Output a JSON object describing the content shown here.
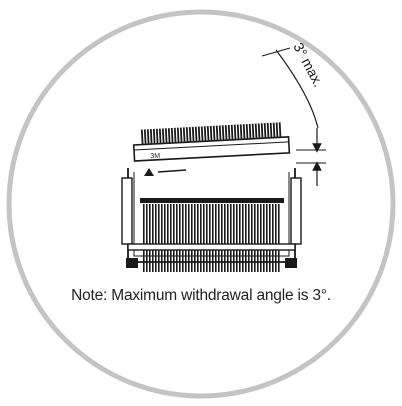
{
  "diagram": {
    "angle_label": "3° max.",
    "note": "Note: Maximum withdrawal angle is 3°.",
    "logo_text": "3M",
    "colors": {
      "ring": "#c4c4c4",
      "ink": "#1a1a1a",
      "background": "#ffffff"
    }
  }
}
